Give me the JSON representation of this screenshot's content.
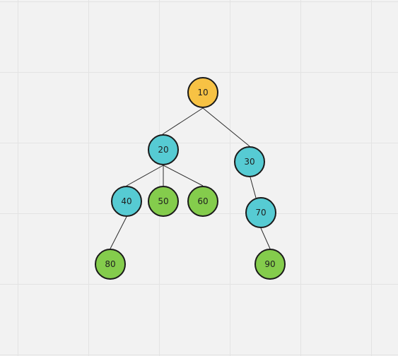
{
  "diagram": {
    "nodes": [
      {
        "id": "n10",
        "label": "10",
        "color": "#f7c244"
      },
      {
        "id": "n20",
        "label": "20",
        "color": "#56cbd3"
      },
      {
        "id": "n30",
        "label": "30",
        "color": "#56cbd3"
      },
      {
        "id": "n40",
        "label": "40",
        "color": "#56cbd3"
      },
      {
        "id": "n50",
        "label": "50",
        "color": "#84cc4c"
      },
      {
        "id": "n60",
        "label": "60",
        "color": "#84cc4c"
      },
      {
        "id": "n70",
        "label": "70",
        "color": "#56cbd3"
      },
      {
        "id": "n80",
        "label": "80",
        "color": "#84cc4c"
      },
      {
        "id": "n90",
        "label": "90",
        "color": "#84cc4c"
      }
    ],
    "edges": [
      {
        "from": "n10",
        "to": "n20"
      },
      {
        "from": "n10",
        "to": "n30"
      },
      {
        "from": "n20",
        "to": "n40"
      },
      {
        "from": "n20",
        "to": "n50"
      },
      {
        "from": "n20",
        "to": "n60"
      },
      {
        "from": "n40",
        "to": "n80"
      },
      {
        "from": "n30",
        "to": "n70"
      },
      {
        "from": "n70",
        "to": "n90"
      }
    ]
  }
}
